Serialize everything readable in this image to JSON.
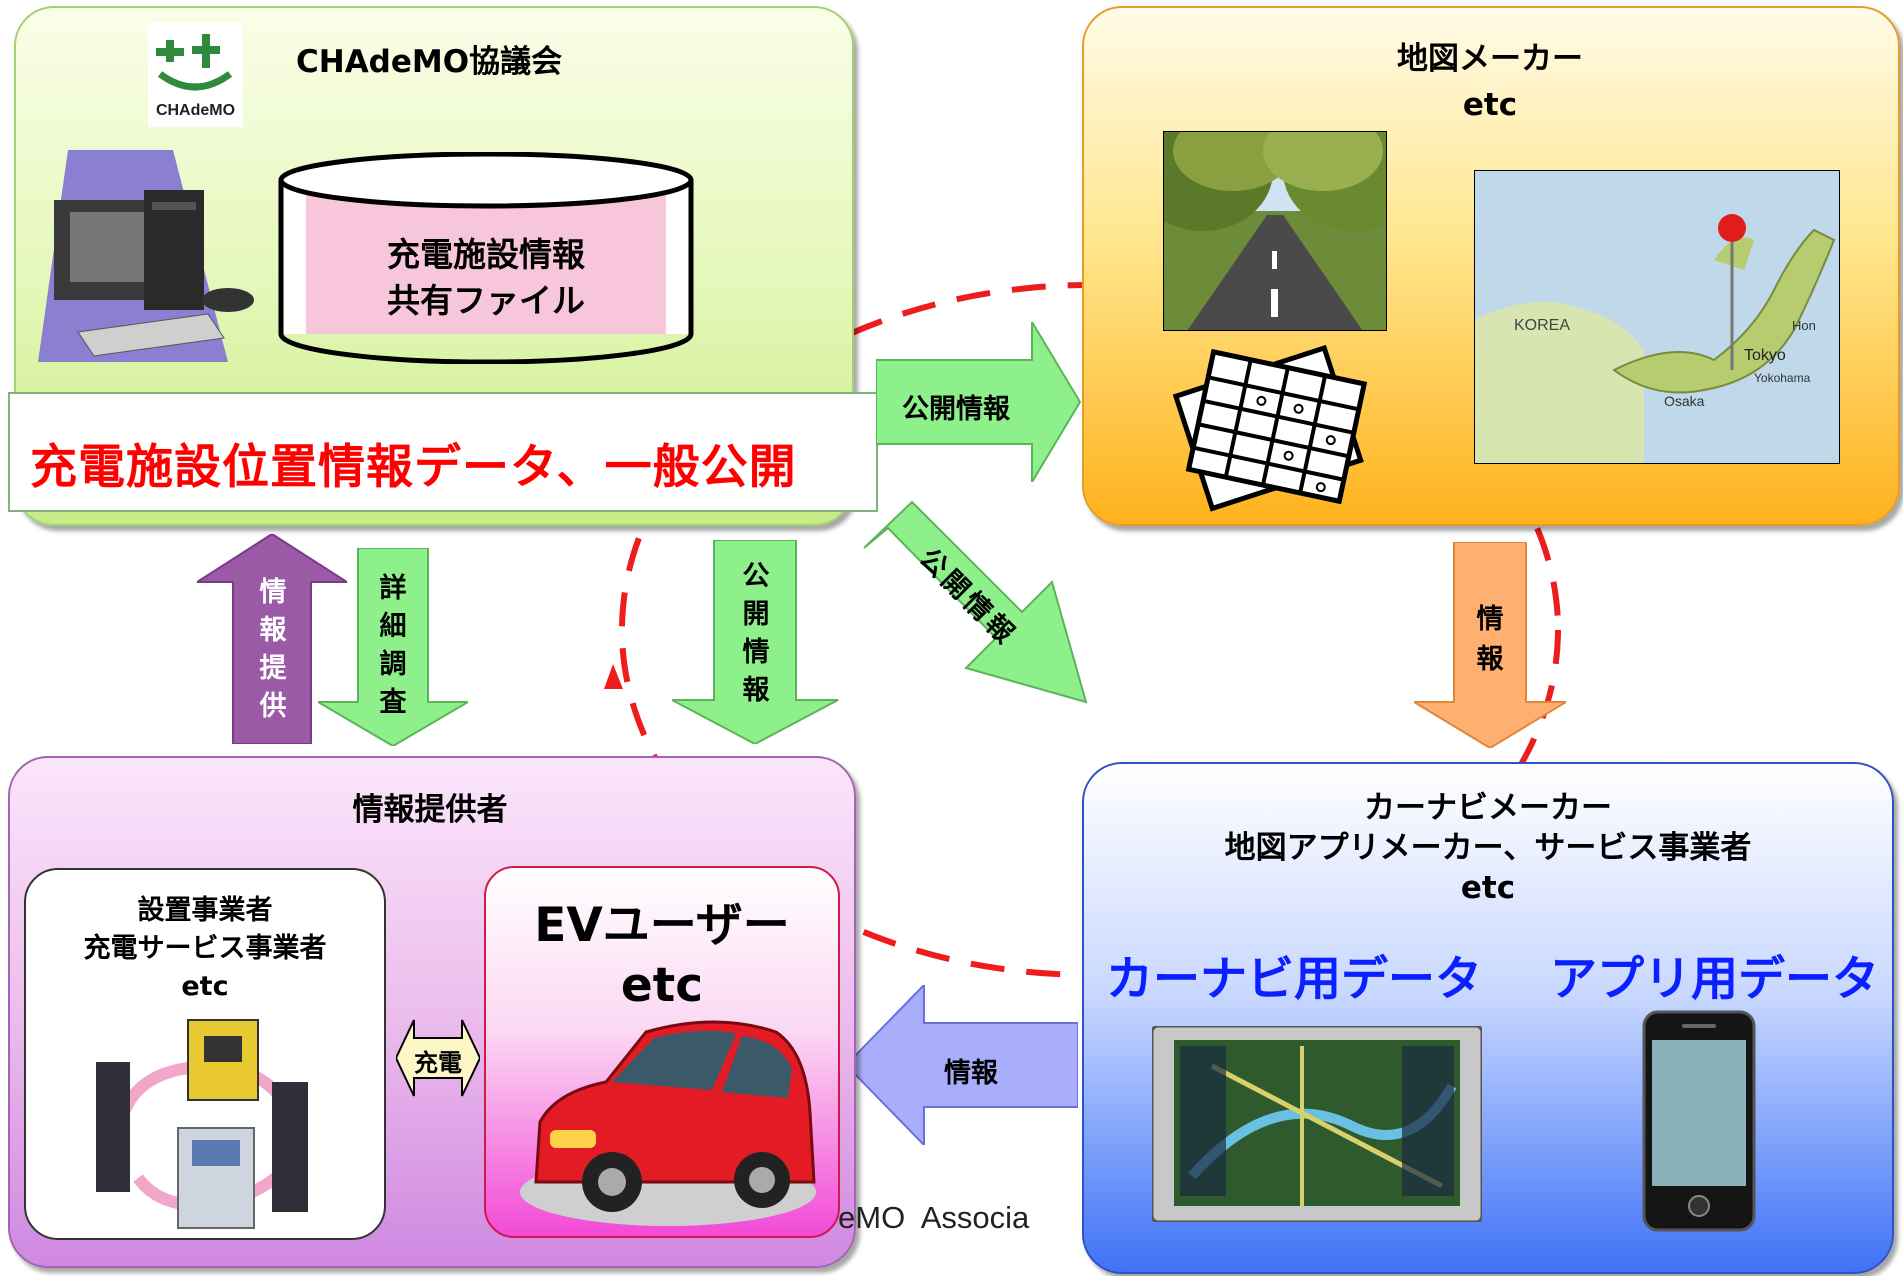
{
  "chademo": {
    "logo_text": "CHAdeMO",
    "title": "CHAdeMO協議会",
    "database_label": "充電施設情報\n共有ファイル",
    "publish_banner": "充電施設位置情報データ、一般公開"
  },
  "map_maker": {
    "title": "地図メーカー\netc",
    "map_labels": [
      "KOREA",
      "Tokyo",
      "Yokohama",
      "Osaka",
      "Hon"
    ]
  },
  "provider": {
    "title": "情報提供者",
    "installer_label": "設置事業者\n充電サービス事業者\netc",
    "charge_label": "充電",
    "ev_user_label": "EVユーザー\netc"
  },
  "navi": {
    "title": "カーナビメーカー\n地図アプリメーカー、サービス事業者\netc",
    "navi_data_label": "カーナビ用データ",
    "app_data_label": "アプリ用データ"
  },
  "arrows": {
    "public_info_right": "公開情報",
    "public_info_diagonal": "公開情報",
    "public_info_down": "公\n開\n情\n報",
    "info_provide_up": "情\n報\n提\n供",
    "detail_survey_down": "詳\n細\n調\n査",
    "info_down_orange": "情\n報",
    "info_left_blue": "情報"
  },
  "footer": {
    "partial_text": "eMO  Associa"
  },
  "colors": {
    "banner_red": "#ff0000",
    "data_blue": "#0a20ff",
    "dashed_red": "#ee1c1c",
    "arrow_green": "#8ef08a",
    "arrow_purple": "#9b5aa6",
    "arrow_orange": "#ffb070",
    "arrow_blue": "#a8aefc"
  },
  "icons": [
    "chademo-logo-icon",
    "computer-icon",
    "database-cylinder-icon",
    "road-photo",
    "map-photo",
    "map-pin-icon",
    "document-stack-icon",
    "charging-stations-photo",
    "ev-car-icon",
    "car-navigation-icon",
    "smartphone-icon"
  ]
}
